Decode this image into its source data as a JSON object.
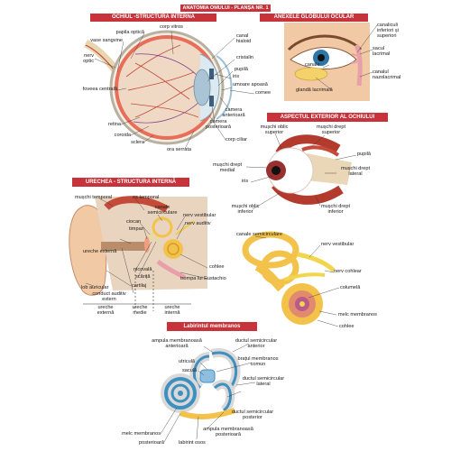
{
  "page": {
    "title": "ANATOMIA OMULUI - PLANȘA NR. 1"
  },
  "colors": {
    "banner": "#c8323a",
    "leader_line": "#333333",
    "labyrinth_yellow": "#f3c24a",
    "cochlea_blue": "#3f8fbf",
    "eye_red": "#c44b3a",
    "skin": "#f2c9a5"
  },
  "icons": [
    "eye-cross-section-illustration",
    "eye-adnexa-illustration",
    "eyeball-muscles-illustration",
    "ear-section-illustration",
    "bony-labyrinth-illustration",
    "membranous-labyrinth-illustration"
  ],
  "sections": {
    "eye_internal": {
      "title": "OCHIUL -STRUCTURA INTERNĂ",
      "labels": {
        "corp_vitros": "corp vitros",
        "papila_optica": "papila optică",
        "vase_sanguine": "vase sangvine",
        "nerv_optic": "nerv\noptic",
        "canal_hialoid": "canal\nhialoid",
        "cristalin": "cristalin",
        "pupila": "pupilă",
        "iris": "iris",
        "umoare_apoasa": "umoare apoasă",
        "fovea": "foveea centrală",
        "cornee": "cornee",
        "camera_anterioara": "camera\nanterioară",
        "retina": "retina",
        "camera_posterioara": "camera\nposterioară",
        "coroida": "coroida",
        "corp_ciliar": "corp ciliar",
        "sclera": "sclera",
        "ora_serrata": "ora serrata"
      }
    },
    "eye_adnexa": {
      "title": "ANEXELE GLOBULUI OCULAR",
      "labels": {
        "canaliculi": "canaliculi\ninferiori și\nsuperiori",
        "sacul_lacrimal": "sacul\nlacrimal",
        "canale": "canale",
        "canalul_nazolacrimal": "canalul\nnazolacrimal",
        "glanda_lacrimala": "glandă lacrimală"
      }
    },
    "eye_external": {
      "title": "ASPECTUL EXTERIOR AL OCHIULUI",
      "labels": {
        "oblic_superior": "mușchi oblic\nsuperior",
        "drept_superior": "mușchi drept\nsuperior",
        "pupila": "pupilă",
        "drept_medial": "mușchi drept\nmedial",
        "drept_lateral": "mușchi drept\nlateral",
        "iris": "iris",
        "oblic_inferior": "mușchi oblic\ninferior",
        "drept_inferior": "mușchi drept\ninferior"
      }
    },
    "ear_internal": {
      "title": "URECHEA - STRUCTURA INTERNĂ",
      "labels": {
        "temporal_muscle": "mușchi temporal",
        "os_temporal": "os temporal",
        "canale_semicirculare": "canale\nsemicirculare",
        "nerv_vestibular": "nerv vestibular",
        "ciocan": "ciocan",
        "nerv_auditiv": "nerv auditiv",
        "timpan": "timpan",
        "ureche_externa_inside": "ureche externă",
        "nicovala": "nicovală",
        "cohlee": "cohlee",
        "scarita": "scăriță",
        "trompa": "trompa lui Eustachio",
        "lob_auricular": "lob auricular",
        "cartilaj": "cartilaj",
        "conduct_auditiv": "conduct auditiv\nextern",
        "ureche_externa": "ureche\nexternă",
        "ureche_medie": "ureche\nmedie",
        "ureche_interna": "ureche\ninternă"
      }
    },
    "bony_labyrinth": {
      "labels": {
        "canale_semicirculare": "canale semicirculare",
        "nerv_vestibular": "nerv vestibular",
        "nerv_cohlear": "nerv cohlear",
        "columela": "columelă",
        "melc_membranos": "melc membranos",
        "cohlee": "cohlee"
      }
    },
    "membranous_labyrinth": {
      "title": "Labirintul membranos",
      "labels": {
        "ampula_anterioara": "ampula membranoasă\nanterioară",
        "ductul_anterior": "ductul semicircular\nanterior",
        "utricula": "utriculă",
        "bratul_comun": "brațul membranos\ncomun",
        "sacula": "saculă",
        "ductul_lateral": "ductul semicircular\nlateral",
        "ductul_posterior": "ductul semicircular\nposterior",
        "melc_membranos": "melc membranos",
        "ampula_posterioara_right": "ampula membranoasă\nposterioară",
        "posterioara_left": "posterioară",
        "labirint_osos": "labirint osos"
      }
    }
  }
}
